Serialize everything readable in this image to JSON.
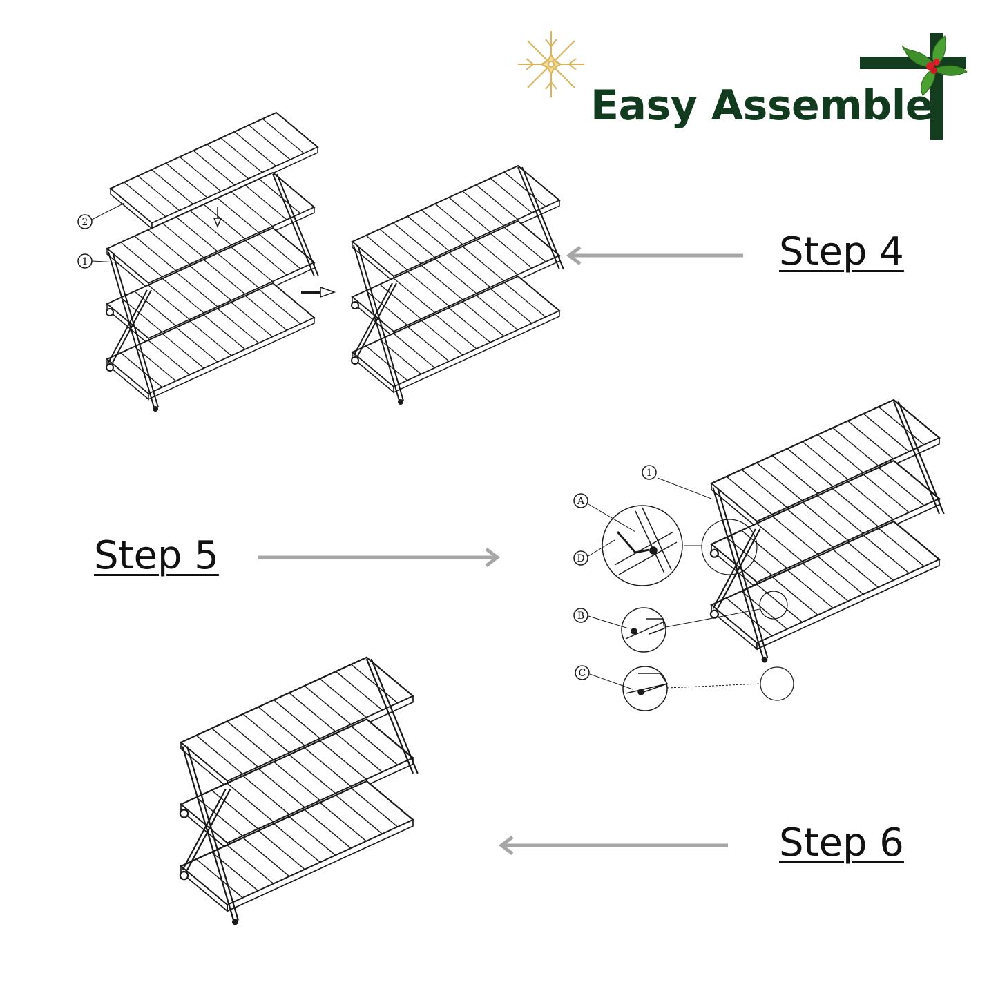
{
  "header": {
    "title": "Easy Assemble"
  },
  "steps": [
    {
      "label": "Step 4",
      "arrow_direction": "left"
    },
    {
      "label": "Step 5",
      "arrow_direction": "right"
    },
    {
      "label": "Step 6",
      "arrow_direction": "left"
    }
  ],
  "callouts": {
    "step4_part_2": "2",
    "step4_part_1": "1",
    "step5_part_1": "1",
    "detail_a": "A",
    "detail_d": "D",
    "detail_b": "B",
    "detail_c": "C"
  },
  "colors": {
    "title": "#123a1f",
    "arrow": "#a6a6a6",
    "line_art": "#1a1a1a",
    "holly_leaf": "#3f8f2a",
    "berry": "#d6202a",
    "snowflake": "#d9b45a",
    "ribbon": "#143d1f"
  },
  "icons": [
    "snowflake-icon",
    "holly-ribbon-icon"
  ]
}
